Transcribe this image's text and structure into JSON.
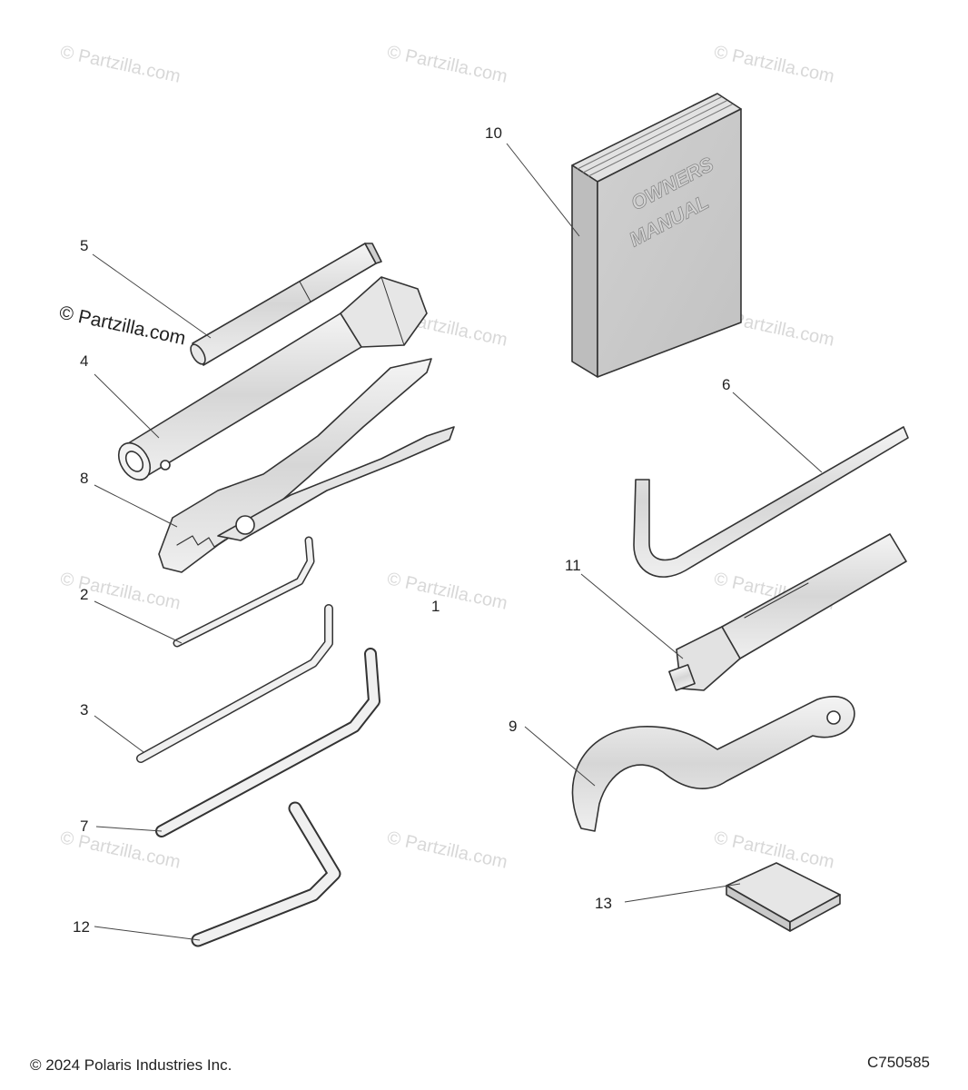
{
  "watermark": {
    "text": "© Partzilla.com"
  },
  "callouts": [
    {
      "id": "1",
      "label": "1"
    },
    {
      "id": "2",
      "label": "2"
    },
    {
      "id": "3",
      "label": "3"
    },
    {
      "id": "4",
      "label": "4"
    },
    {
      "id": "5",
      "label": "5"
    },
    {
      "id": "6",
      "label": "6"
    },
    {
      "id": "7",
      "label": "7"
    },
    {
      "id": "8",
      "label": "8"
    },
    {
      "id": "9",
      "label": "9"
    },
    {
      "id": "10",
      "label": "10"
    },
    {
      "id": "11",
      "label": "11"
    },
    {
      "id": "12",
      "label": "12"
    },
    {
      "id": "13",
      "label": "13"
    }
  ],
  "manual": {
    "line1": "OWNERS",
    "line2": "MANUAL"
  },
  "footer": {
    "copyright": "© 2024 Polaris Industries Inc.",
    "code": "C750585"
  }
}
